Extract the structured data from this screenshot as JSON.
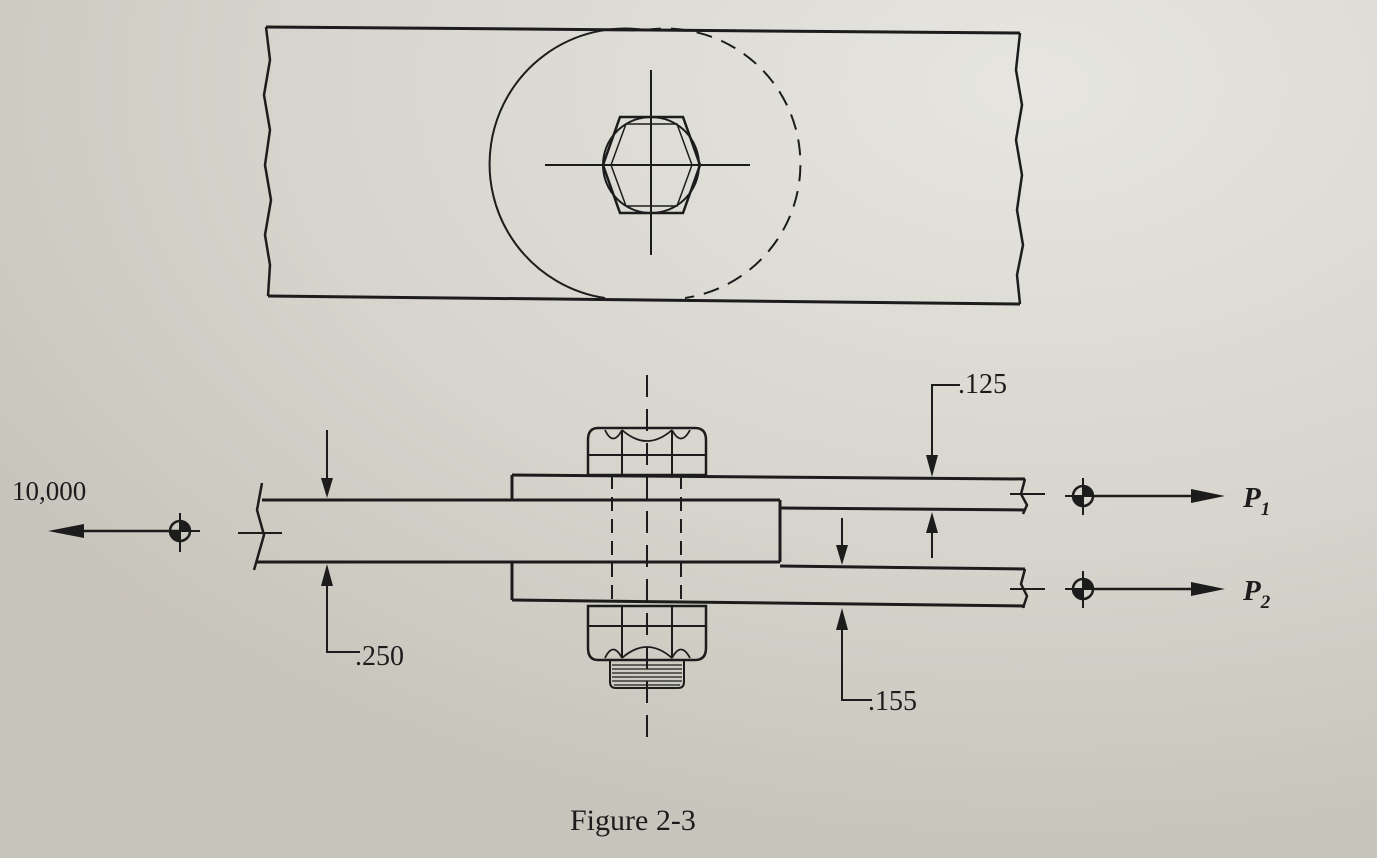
{
  "figure": {
    "caption": "Figure 2-3",
    "load_left": "10,000",
    "load_p1": "P",
    "load_p1_sub": "1",
    "load_p2": "P",
    "load_p2_sub": "2",
    "dim_top_plate": ".125",
    "dim_center_plate": ".250",
    "dim_bottom_plate": ".155"
  },
  "colors": {
    "paper": "#d8d6cf",
    "ink": "#1c1c1c"
  }
}
